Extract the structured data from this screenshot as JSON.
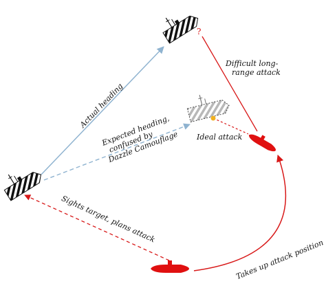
{
  "labels": {
    "actual_heading": "Actual heading",
    "expected_1": "Expected heading,",
    "expected_2": "confused by",
    "expected_3": "Dazzle Camouflage",
    "difficult_1": "Difficult long-",
    "difficult_2": "range attack",
    "ideal_attack": "Ideal attack",
    "sights_target": "Sights target, plans attack",
    "takes_up": "Takes up attack position",
    "question_mark": "?"
  },
  "colors": {
    "actual_heading_arrow": "#8fb3d0",
    "expected_heading_arrow": "#8fb3d0",
    "submarine": "#e01010",
    "attack_lines": "#d81818",
    "ideal_point": "#f0b020",
    "ship_stripes": "#111111",
    "ghost_ship": "#b8b8b8"
  }
}
